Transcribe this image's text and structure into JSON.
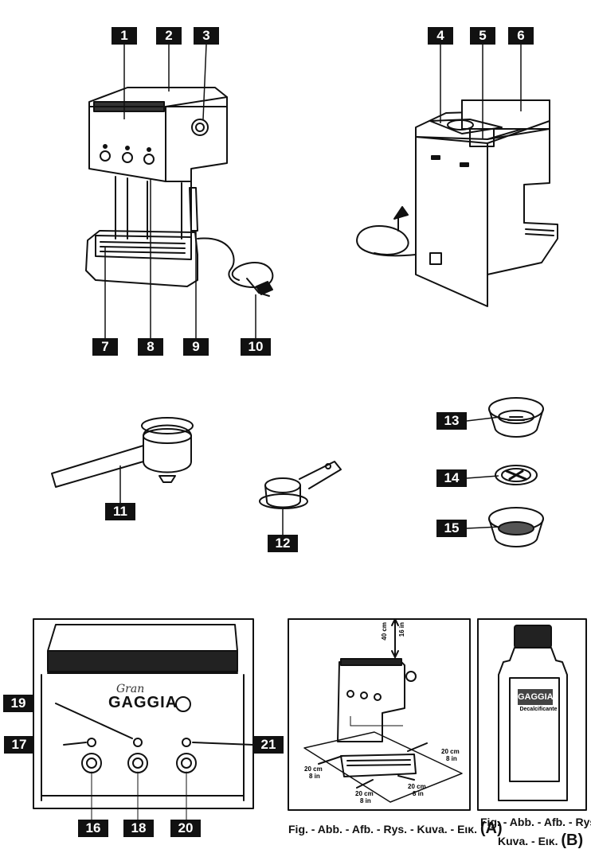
{
  "labels": [
    "1",
    "2",
    "3",
    "4",
    "5",
    "6",
    "7",
    "8",
    "9",
    "10",
    "11",
    "12",
    "13",
    "14",
    "15",
    "16",
    "17",
    "18",
    "19",
    "20",
    "21"
  ],
  "panel_a": {
    "dim_top": "40 cm",
    "dim_top_in": "16 in",
    "dim_side": "20 cm",
    "dim_side_in": "8 in"
  },
  "caption_a": {
    "text": "Fig. - Abb. - Afb. - Rys. - Kuva. - Εικ.",
    "letter": "(A)"
  },
  "caption_b": {
    "line1": "Fig. - Abb. - Afb. - Rys. -",
    "line2": "Kuva. - Εικ.",
    "letter": "(B)"
  },
  "bottle": {
    "brand": "GAGGIA",
    "product": "Decalcificante"
  },
  "panel_front": {
    "brand_script": "Gran",
    "brand": "GAGGIA"
  }
}
